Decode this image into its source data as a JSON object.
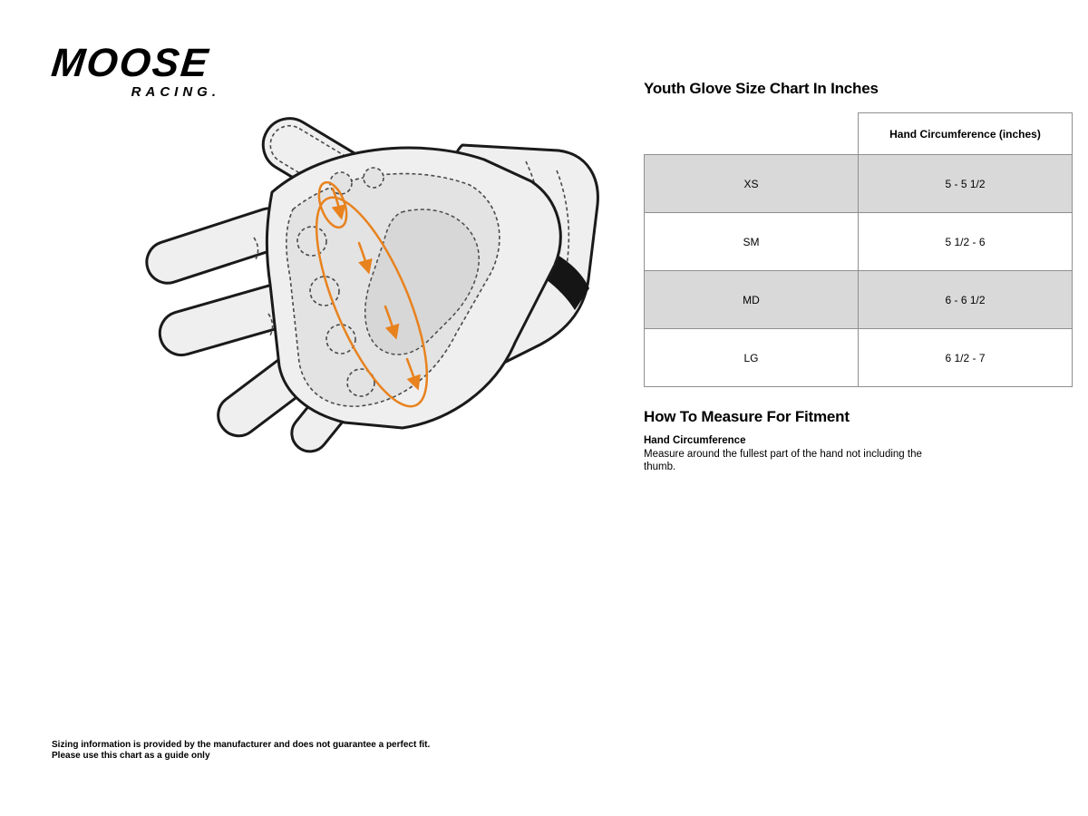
{
  "colors": {
    "accent": "#e8821e",
    "rowShade": "#d9d9d9",
    "tableBorder": "#8f8f8f",
    "ink": "#000000",
    "gloveFill": "#efefef",
    "gloveOutline": "#1a1a1a"
  },
  "logo": {
    "line1": "MOOSE",
    "line2": "RACING."
  },
  "size_chart": {
    "title": "Youth Glove Size Chart In Inches",
    "column_header": "Hand Circumference (inches)",
    "rows": [
      {
        "size": "XS",
        "value": "5 - 5 1/2"
      },
      {
        "size": "SM",
        "value": "5 1/2 - 6"
      },
      {
        "size": "MD",
        "value": "6 - 6 1/2"
      },
      {
        "size": "LG",
        "value": "6 1/2 - 7"
      }
    ]
  },
  "how_to_measure": {
    "title": "How To Measure For Fitment",
    "subheading": "Hand Circumference",
    "body": "Measure around the fullest part of the hand not including the thumb."
  },
  "footer": {
    "line1": "Sizing information is provided by the manufacturer and does not guarantee a perfect fit.",
    "line2": "Please use this chart as a guide only"
  }
}
